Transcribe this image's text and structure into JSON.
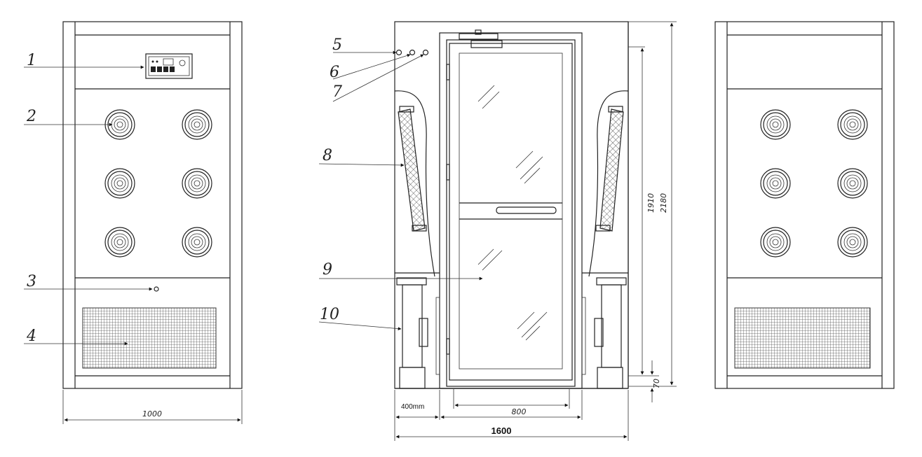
{
  "callouts": [
    "1",
    "2",
    "3",
    "4",
    "5",
    "6",
    "7",
    "8",
    "9",
    "10"
  ],
  "dimensions": {
    "left_width": "1000",
    "center_total": "1600",
    "door_width": "800",
    "side_width": "400mm",
    "door_height": "1910",
    "total_height": "2180",
    "base_height": "70"
  }
}
